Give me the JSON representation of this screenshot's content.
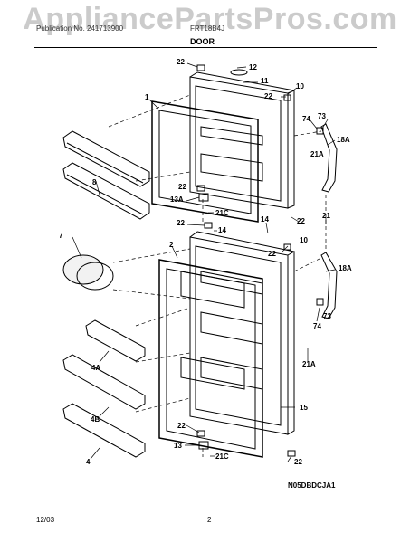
{
  "watermark": "AppliancePartsPros.com",
  "header": {
    "left": "Publication No. 241713900",
    "right": "FRT18B4J",
    "section": "DOOR"
  },
  "callouts": {
    "c22": "22",
    "c12": "12",
    "c11": "11",
    "c10": "10",
    "c74": "74",
    "c73": "73",
    "c1": "1",
    "c21a": "21A",
    "c18a": "18A",
    "c8": "8",
    "c13a": "13A",
    "c21c": "21C",
    "c14": "14",
    "c21": "21",
    "c7": "7",
    "c2": "2",
    "c4a": "4A",
    "c4b": "4B",
    "c4": "4",
    "c15": "15",
    "c13": "13"
  },
  "drawing_code": "N05DBDCJA1",
  "footer": {
    "date": "12/03",
    "page": "2"
  }
}
